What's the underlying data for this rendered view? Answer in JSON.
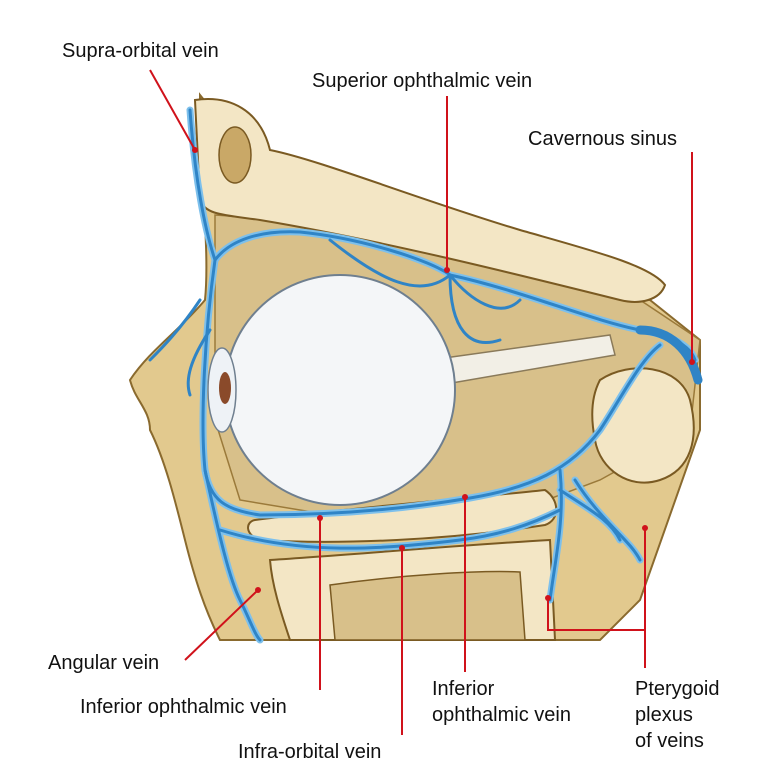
{
  "colors": {
    "background": "#ffffff",
    "bone": "#f3e6c5",
    "bone_dark": "#c9a867",
    "orbit_fill": "#d8c08a",
    "skin": "#e2c98e",
    "vein": "#2f84c6",
    "vein_light": "#7dc0ec",
    "eyeball": "#f4f6f8",
    "leader_line": "#d0121b",
    "label_text": "#111111"
  },
  "labels": {
    "supra_orbital_vein": "Supra-orbital vein",
    "superior_ophthalmic_vein": "Superior ophthalmic vein",
    "cavernous_sinus": "Cavernous sinus",
    "angular_vein": "Angular vein",
    "inferior_ophthalmic_vein_left": "Inferior ophthalmic vein",
    "infra_orbital_vein": "Infra-orbital vein",
    "inferior_ophthalmic_vein_right_line1": "Inferior",
    "inferior_ophthalmic_vein_right_line2": "ophthalmic vein",
    "pterygoid_line1": "Pterygoid",
    "pterygoid_line2": "plexus",
    "pterygoid_line3": "of veins"
  }
}
